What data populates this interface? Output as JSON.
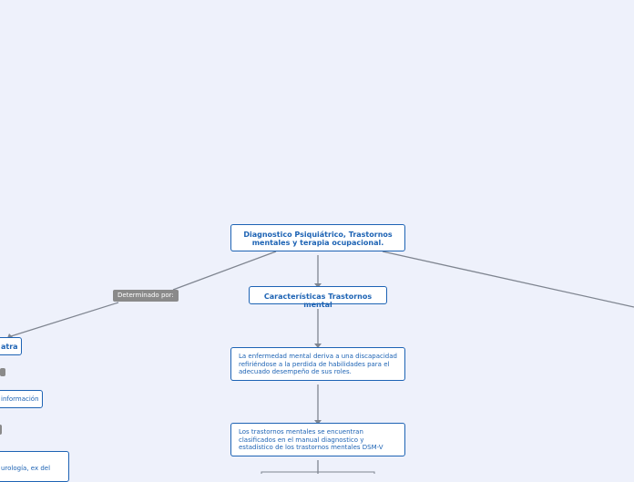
{
  "colors": {
    "background": "#eef1fb",
    "node_border": "#1d63b4",
    "node_text": "#1d63b4",
    "connector": "#7f8590",
    "tag_bg": "#8a8a8a"
  },
  "nodes": {
    "central": "Diagnostico Psiquiátrico, Trastornos mentales y terapia ocupacional.",
    "caracteristicas": "Características Trastornos  mental",
    "enfermedad": "La enfermedad mental deriva a una discapacidad refiriéndose a la perdida de habilidades para el adecuado desempeño de sus roles.",
    "clasificados": "Los trastornos mentales  se encuentran clasificados en el manual diagnostico y estadístico de los trastornos mentales DSM-V",
    "left_psiquiatra": "atra",
    "left_informacion": "información",
    "left_bottom": "urología, ex del"
  },
  "tags": {
    "determinado": "Determinado por:"
  }
}
